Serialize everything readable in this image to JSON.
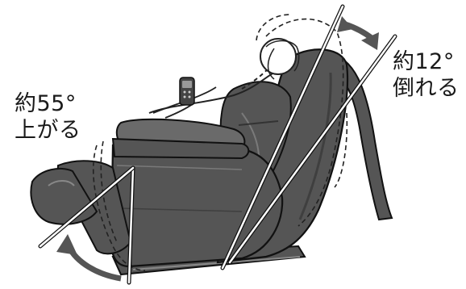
{
  "annotations": {
    "footrest_raise": {
      "line1": "約55°",
      "line2": "上がる"
    },
    "back_recline": {
      "line1": "約12°",
      "line2": "倒れる"
    }
  },
  "colors": {
    "chair_body": "#555555",
    "chair_shade": "#3f3f3f",
    "chair_light": "#7a7a7a",
    "outline": "#111111",
    "arrow": "#555555",
    "angle_line": "#ffffff",
    "dashed_outline": "#222222",
    "remote": "#444444"
  },
  "icons": {
    "person": "reclining-person",
    "remote": "remote-control-icon",
    "arrow_left": "curved-arrow-icon",
    "arrow_right": "curved-arrow-icon"
  }
}
